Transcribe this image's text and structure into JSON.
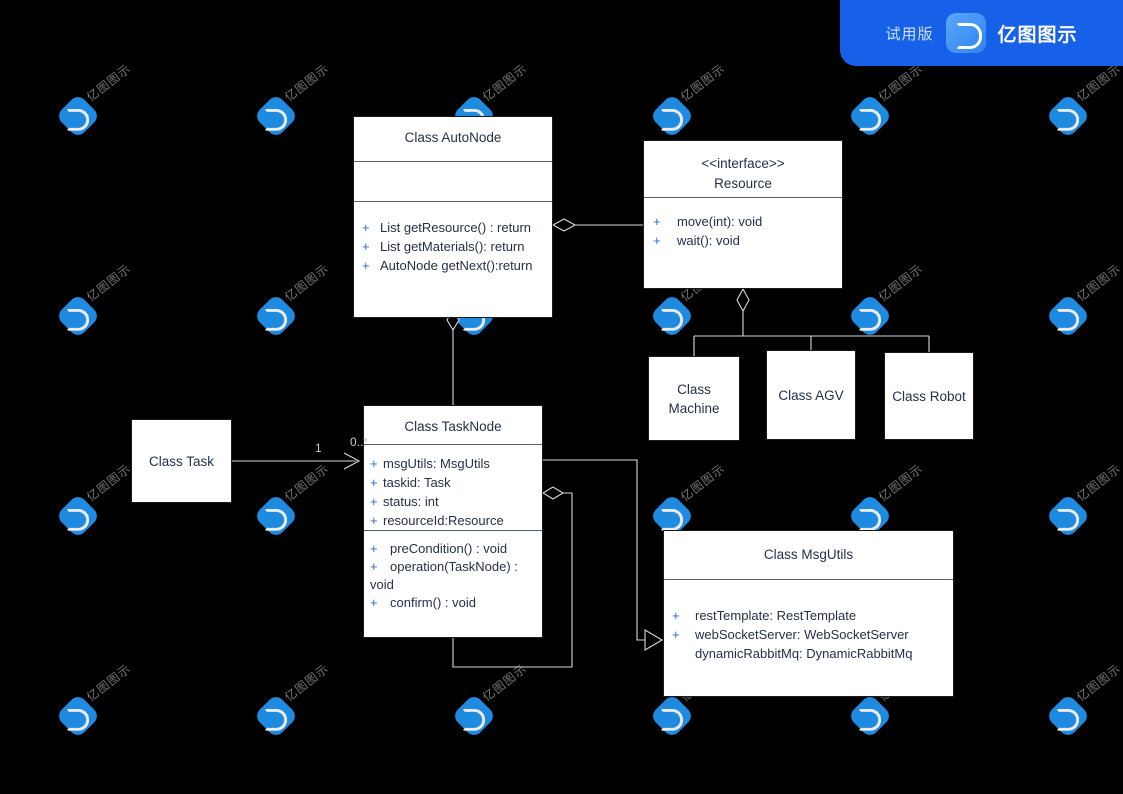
{
  "banner": {
    "trial_label": "试用版",
    "brand_name": "亿图图示",
    "brand_icon": "edraw-logo-icon",
    "background_color": "#1661e8"
  },
  "watermark": {
    "text": "亿图图示",
    "logo_icon": "edraw-logo-icon",
    "logo_color": "#2196f3",
    "text_color": "#8a8a8a"
  },
  "canvas": {
    "background_color": "#000000",
    "node_fill": "#ffffff",
    "node_stroke": "#1a1a1a",
    "text_color": "#243049",
    "visibility_color": "#2a6fd6"
  },
  "diagram": {
    "type": "uml-class-diagram",
    "nodes": [
      {
        "id": "autonode",
        "title": "Class AutoNode",
        "attributes": [],
        "methods": [
          {
            "vis": "+",
            "text": "List getResource() : return"
          },
          {
            "vis": "+",
            "text": "List getMaterials(): return"
          },
          {
            "vis": "+",
            "text": "AutoNode getNext():return"
          }
        ]
      },
      {
        "id": "resource",
        "stereotype": "<<interface>>",
        "title": "Resource",
        "methods": [
          {
            "vis": "+",
            "text": "move(int): void"
          },
          {
            "vis": "+",
            "text": "wait(): void"
          }
        ]
      },
      {
        "id": "machine",
        "title_line1": "Class",
        "title_line2": "Machine"
      },
      {
        "id": "agv",
        "title": "Class AGV"
      },
      {
        "id": "robot",
        "title": "Class Robot"
      },
      {
        "id": "task",
        "title": "Class Task"
      },
      {
        "id": "tasknode",
        "title": "Class TaskNode",
        "attributes": [
          {
            "vis": "+",
            "text": "msgUtils: MsgUtils"
          },
          {
            "vis": "+",
            "text": "taskid: Task"
          },
          {
            "vis": "+",
            "text": "status: int"
          },
          {
            "vis": "+",
            "text": "resourceId:Resource"
          }
        ],
        "methods": [
          {
            "vis": "+",
            "text": "preCondition() : void"
          },
          {
            "vis": "+",
            "text": "operation(TaskNode) : void"
          },
          {
            "vis": "+",
            "text": "confirm() : void"
          }
        ]
      },
      {
        "id": "msgutils",
        "title": "Class MsgUtils",
        "attributes": [
          {
            "vis": "+",
            "text": "restTemplate: RestTemplate"
          },
          {
            "vis": "+",
            "text": "webSocketServer: WebSocketServer"
          },
          {
            "vis": "",
            "text": "dynamicRabbitMq: DynamicRabbitMq"
          }
        ]
      }
    ],
    "edges": [
      {
        "from": "autonode",
        "to": "resource",
        "kind": "aggregation",
        "marker": "open-diamond"
      },
      {
        "from": "resource",
        "to": "machine",
        "kind": "aggregation-tree",
        "marker": "open-diamond"
      },
      {
        "from": "resource",
        "to": "agv",
        "kind": "aggregation-tree",
        "marker": "open-diamond"
      },
      {
        "from": "resource",
        "to": "robot",
        "kind": "aggregation-tree",
        "marker": "open-diamond"
      },
      {
        "from": "autonode",
        "to": "tasknode",
        "kind": "aggregation",
        "marker": "open-diamond"
      },
      {
        "from": "task",
        "to": "tasknode",
        "kind": "association",
        "marker": "open-arrow",
        "source_multiplicity": "1",
        "target_multiplicity": "0..*"
      },
      {
        "from": "tasknode",
        "to": "tasknode",
        "kind": "aggregation-self-loop",
        "marker": "open-diamond"
      },
      {
        "from": "tasknode",
        "to": "msgutils",
        "kind": "dependency",
        "marker": "hollow-triangle"
      }
    ]
  }
}
